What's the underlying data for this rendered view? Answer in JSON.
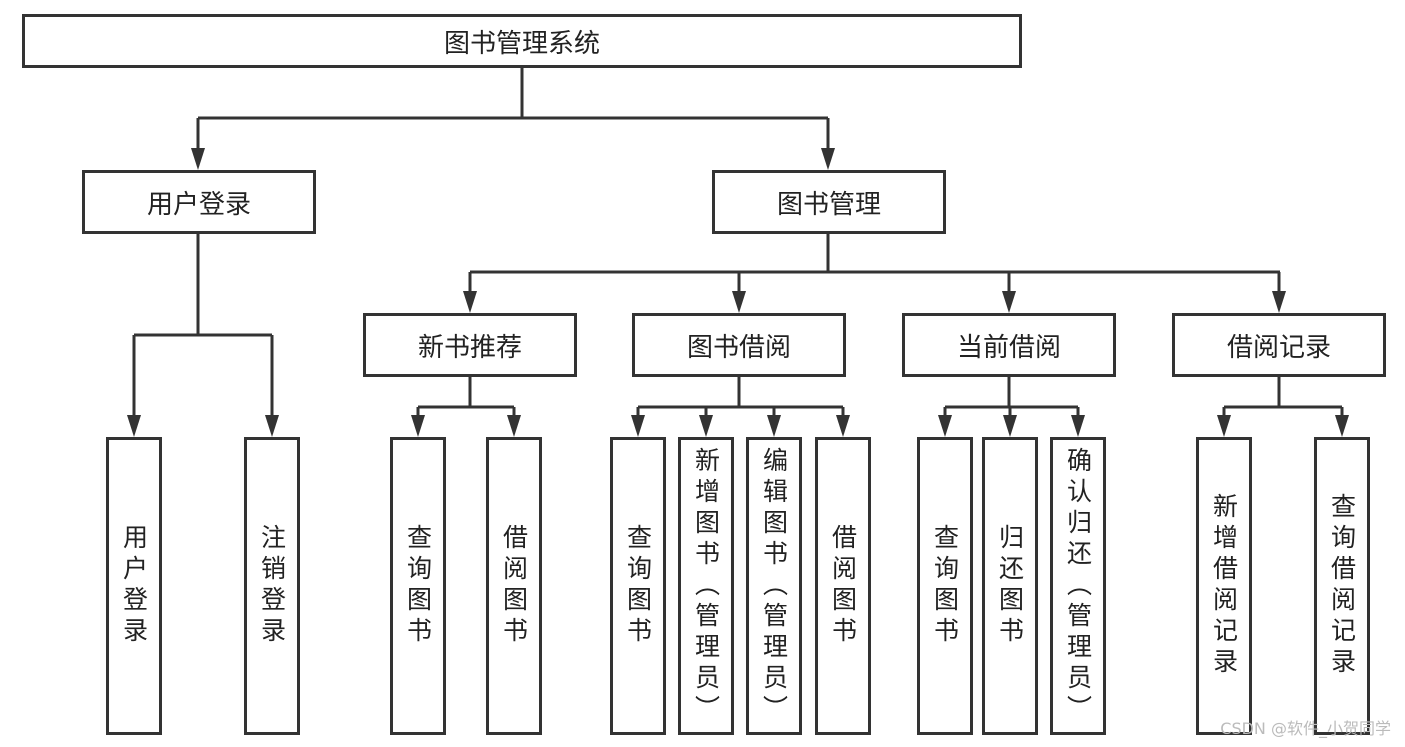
{
  "root": {
    "label": "图书管理系统"
  },
  "level1": [
    {
      "label": "用户登录",
      "children": [],
      "leaves": [
        "用户登录",
        "注销登录"
      ]
    },
    {
      "label": "图书管理",
      "children": [
        {
          "label": "新书推荐",
          "leaves": [
            "查询图书",
            "借阅图书"
          ]
        },
        {
          "label": "图书借阅",
          "leaves": [
            "查询图书",
            "新增图书（管理员）",
            "编辑图书（管理员）",
            "借阅图书"
          ]
        },
        {
          "label": "当前借阅",
          "leaves": [
            "查询图书",
            "归还图书",
            "确认归还（管理员）"
          ]
        },
        {
          "label": "借阅记录",
          "leaves": [
            "新增借阅记录",
            "查询借阅记录"
          ]
        }
      ]
    }
  ],
  "watermark": "CSDN @软件_小贺同学",
  "colors": {
    "stroke": "#333333",
    "text": "#222222"
  }
}
